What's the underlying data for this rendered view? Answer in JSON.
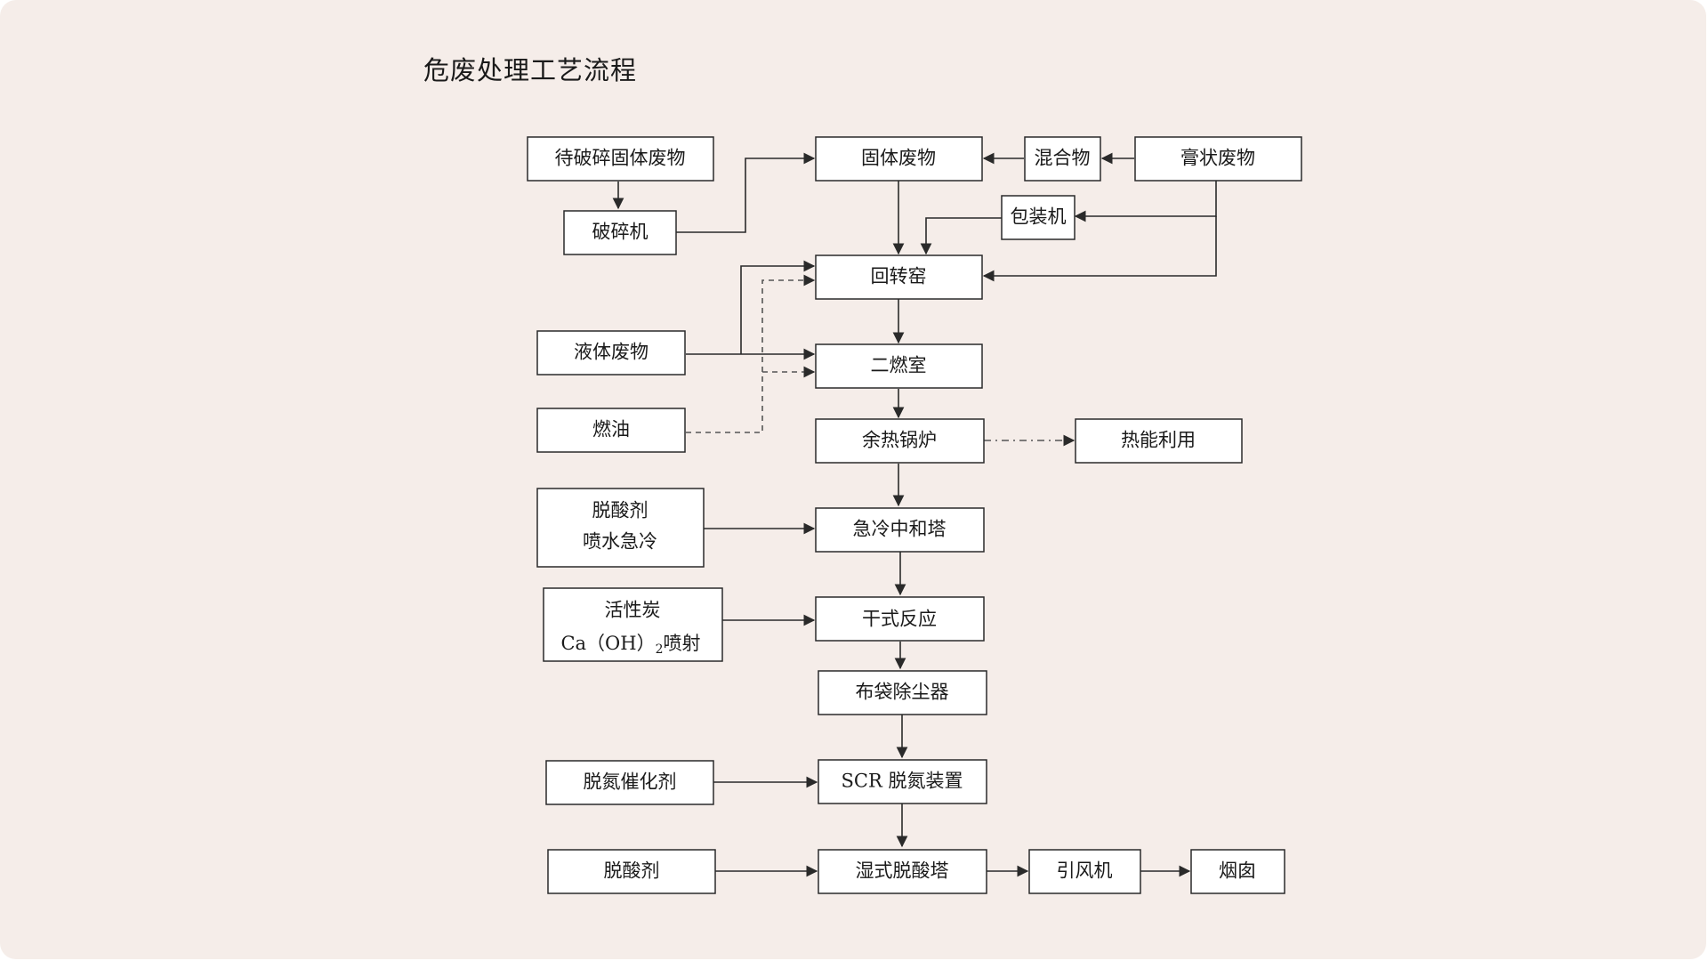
{
  "title": "危废处理工艺流程",
  "nodes": {
    "crush_solid": "待破碎固体废物",
    "crusher": "破碎机",
    "solid_waste": "固体废物",
    "mixture": "混合物",
    "paste_waste": "膏状废物",
    "packer": "包装机",
    "rotary_kiln": "回转窑",
    "liquid_waste": "液体废物",
    "fuel_oil": "燃油",
    "secondary_chamber": "二燃室",
    "waste_heat_boiler": "余热锅炉",
    "heat_use": "热能利用",
    "deacid_line1": "脱酸剂",
    "deacid_line2": "喷水急冷",
    "quench_tower": "急冷中和塔",
    "carbon_line1": "活性炭",
    "carbon_line2_pre": "Ca（OH）",
    "carbon_line2_sub": "2",
    "carbon_line2_post": "喷射",
    "dry_reaction": "干式反应",
    "bag_filter": "布袋除尘器",
    "denox_catalyst": "脱氮催化剂",
    "scr": "SCR 脱氮装置",
    "deacid_agent": "脱酸剂",
    "wet_tower": "湿式脱酸塔",
    "fan": "引风机",
    "chimney": "烟囱"
  }
}
